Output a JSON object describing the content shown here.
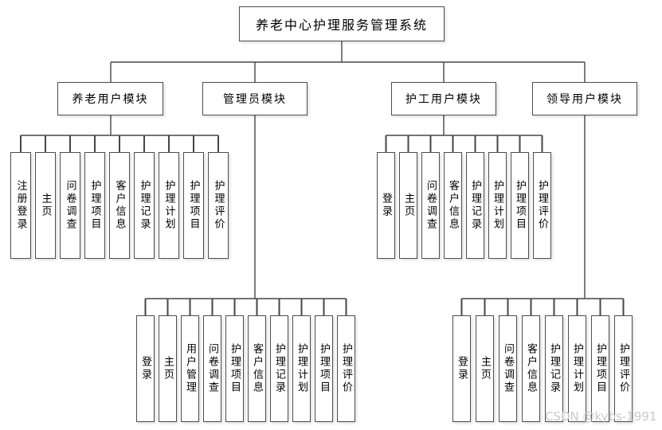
{
  "title": "养老中心护理服务管理系统",
  "watermark": "CSDN @kybs-1991",
  "colors": {
    "background": "#ffffff",
    "box_border": "#4d4d4d",
    "connector_line": "#464646",
    "text": "#000000",
    "watermark": "#c6c9ce"
  },
  "modules": [
    {
      "label": "养老用户模块",
      "children": [
        "注册登录",
        "主页",
        "问卷调查",
        "护理项目",
        "客户信息",
        "护理记录",
        "护理计划",
        "护理项目",
        "护理评价"
      ]
    },
    {
      "label": "管理员模块",
      "children": [
        "登录",
        "主页",
        "用户管理",
        "问卷调查",
        "护理项目",
        "客户信息",
        "护理记录",
        "护理计划",
        "护理项目",
        "护理评价"
      ]
    },
    {
      "label": "护工用户模块",
      "children": [
        "登录",
        "主页",
        "问卷调查",
        "客户信息",
        "护理记录",
        "护理计划",
        "护理项目",
        "护理评价"
      ]
    },
    {
      "label": "领导用户模块",
      "children": [
        "登录",
        "主页",
        "问卷调查",
        "客户信息",
        "护理记录",
        "护理计划",
        "护理项目",
        "护理评价"
      ]
    }
  ]
}
